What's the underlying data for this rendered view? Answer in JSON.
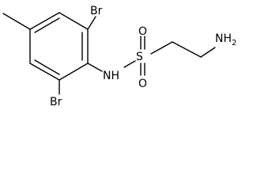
{
  "molecule": {
    "atoms": {
      "br_top": "Br",
      "br_bottom": "Br",
      "nh": "NH",
      "s": "S",
      "o_left": "O",
      "o_right": "O",
      "nh2": "NH",
      "nh2_subscript": "2"
    }
  }
}
